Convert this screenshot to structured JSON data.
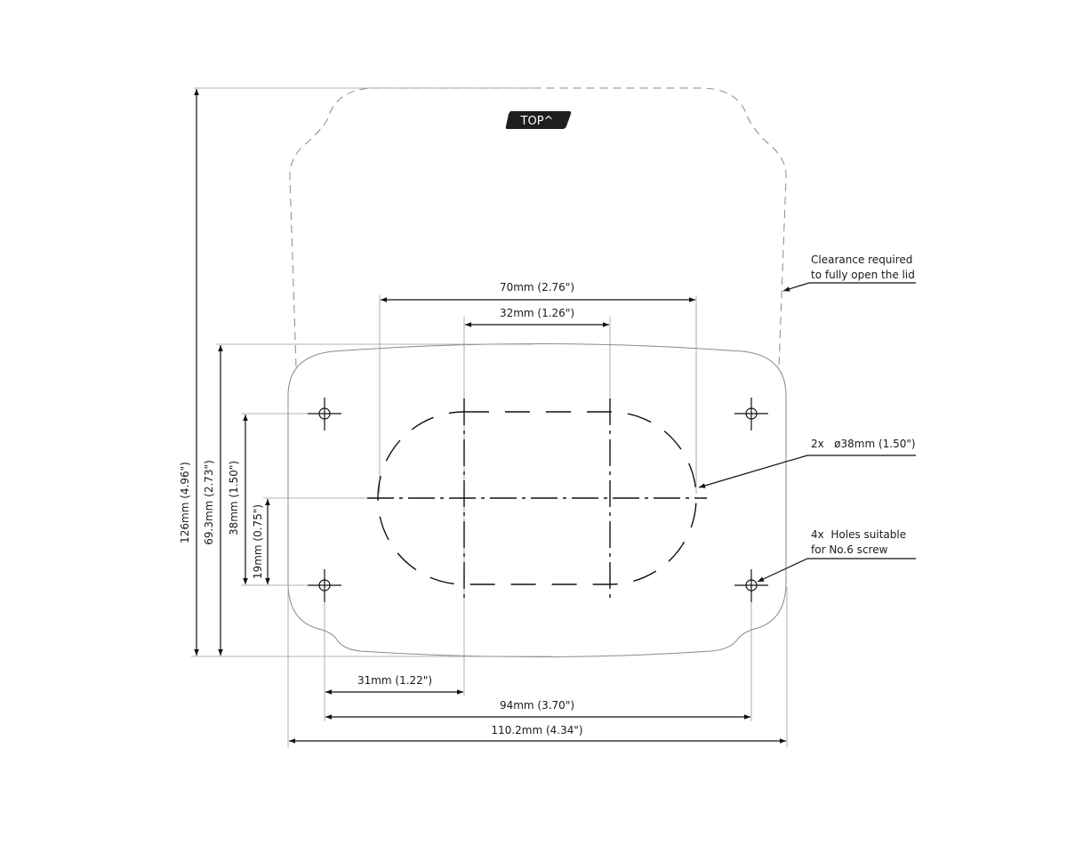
{
  "badge": {
    "label": "TOP^"
  },
  "dimensions": {
    "overall_height": "126mm (4.96\")",
    "plate_height": "69.3mm (2.73\")",
    "hole_spacing_vertical": "38mm (1.50\")",
    "hole_to_center": "19mm (0.75\")",
    "cutout_width": "70mm (2.76\")",
    "circle_centers": "32mm (1.26\")",
    "hole_to_circle": "31mm (1.22\")",
    "hole_spacing_horizontal": "94mm (3.70\")",
    "overall_width": "110.2mm (4.34\")"
  },
  "callouts": {
    "clearance": [
      "Clearance required",
      "to fully open the lid"
    ],
    "circles": "2x   ø38mm (1.50\")",
    "holes": [
      "4x  Holes suitable",
      "for No.6 screw"
    ]
  },
  "colors": {
    "ink": "#111111",
    "outline": "#8a8a8a",
    "badge": "#1e1e1e"
  }
}
